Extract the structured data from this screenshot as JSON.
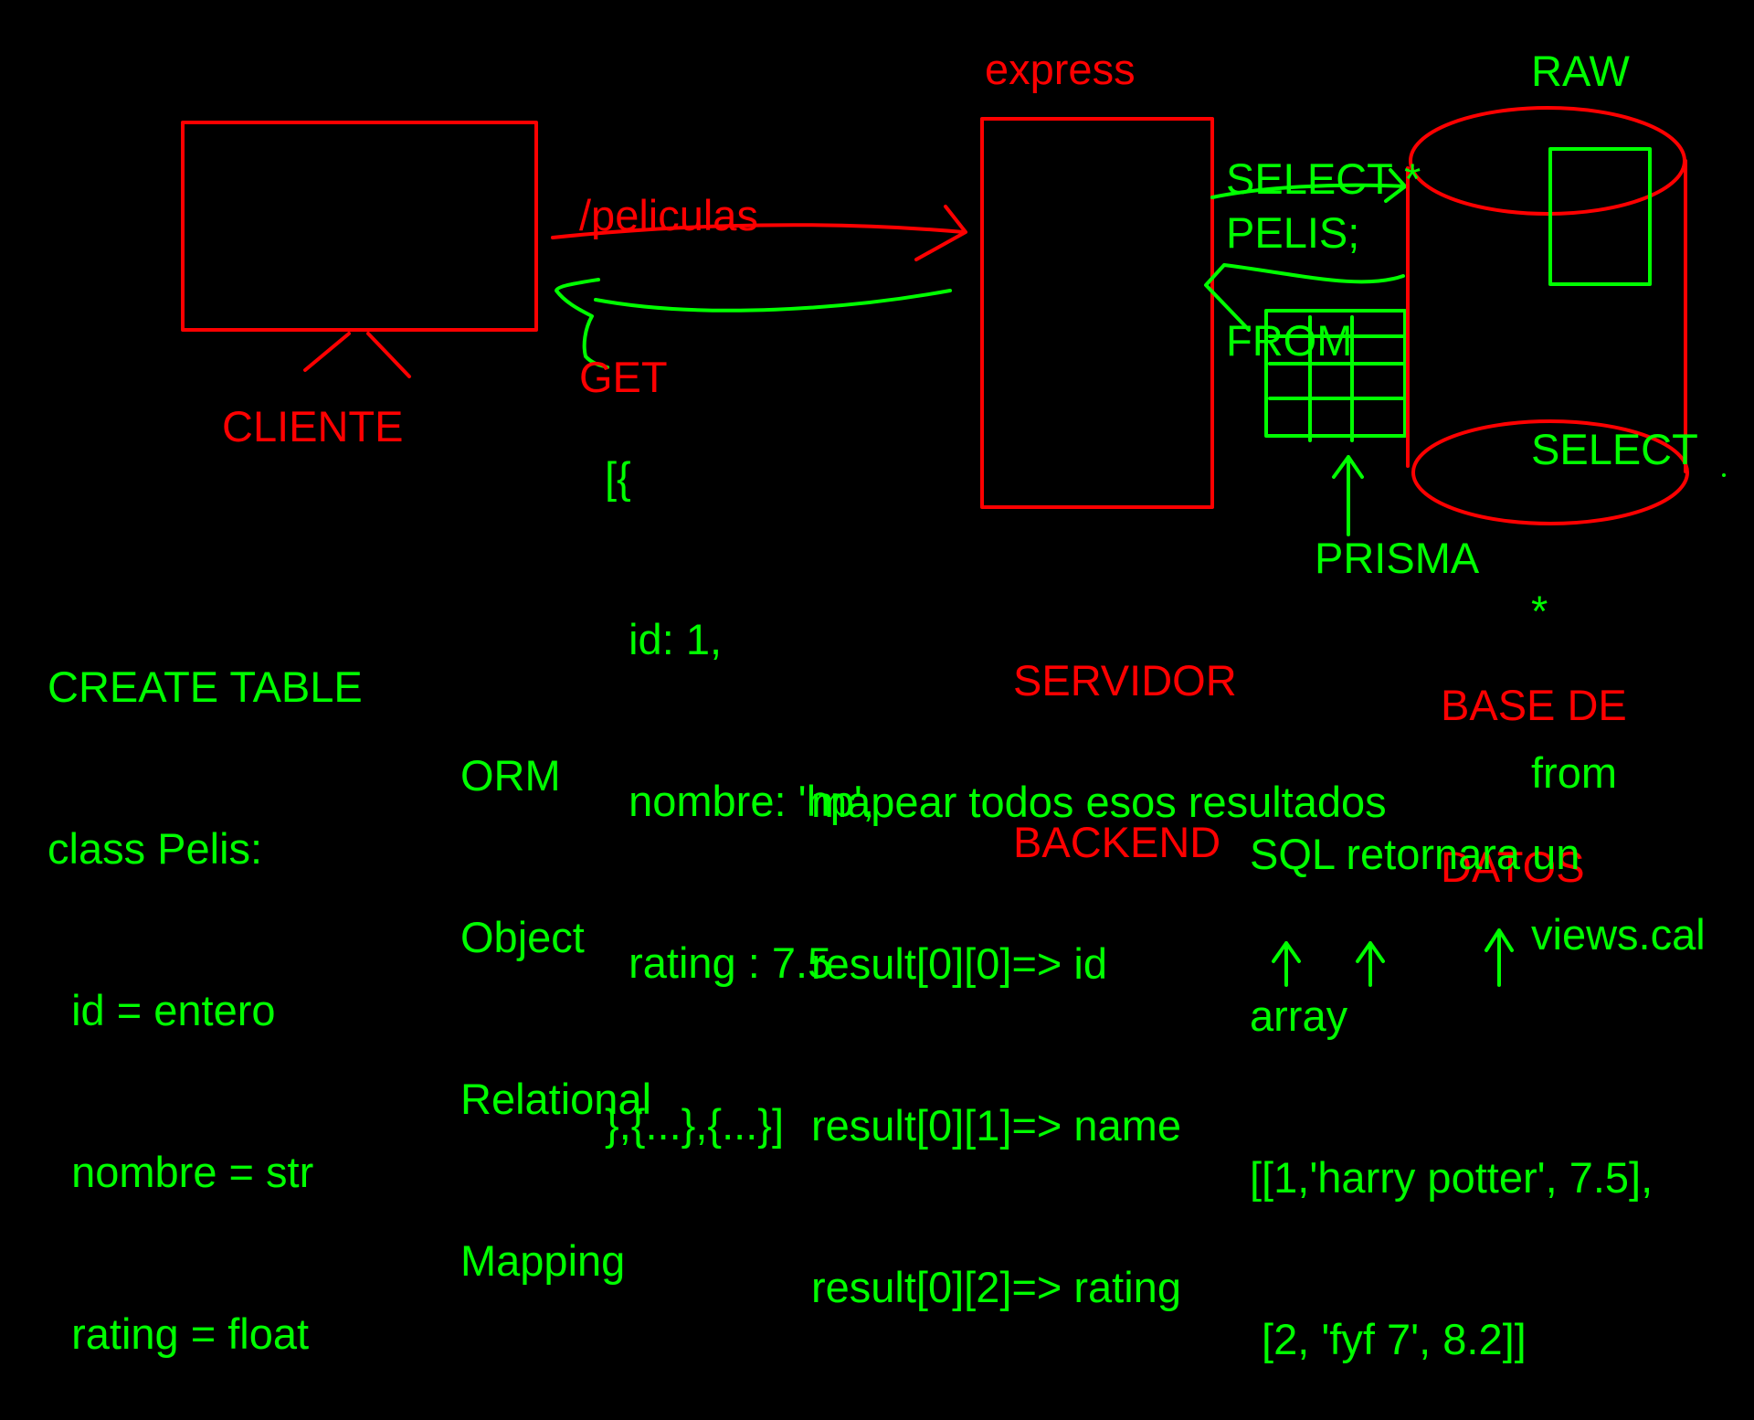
{
  "colors": {
    "background": "#000000",
    "red": "#ff0000",
    "green": "#00ff00"
  },
  "cliente": {
    "label": "CLIENTE"
  },
  "request": {
    "path": "/peliculas",
    "method": "GET"
  },
  "response_json": [
    "[{",
    "  id: 1,",
    "  nombre: 'hp',",
    "  rating : 7.5",
    "},{...},{...}]"
  ],
  "express": {
    "label": "express"
  },
  "servidor": {
    "lines": [
      "SERVIDOR",
      "BACKEND"
    ]
  },
  "sql_query": {
    "lines": [
      "SELECT *",
      "FROM"
    ],
    "table": "PELIS;"
  },
  "raw": {
    "label": "RAW",
    "lines": [
      "SELECT",
      "*",
      "from",
      "views.cal"
    ]
  },
  "prisma": {
    "label": "PRISMA"
  },
  "base_datos": {
    "lines": [
      "BASE DE",
      "DATOS"
    ]
  },
  "create_table": {
    "lines": [
      "CREATE TABLE",
      "class Pelis:",
      "  id = entero",
      "  nombre = str",
      "  rating = float"
    ]
  },
  "orm": {
    "lines": [
      "ORM",
      "Object",
      "Relational",
      "Mapping"
    ]
  },
  "mapping": {
    "lines": [
      "mapear todos esos resultados",
      "result[0][0]=> id",
      "result[0][1]=> name",
      "result[0][2]=> rating"
    ]
  },
  "sql_result": {
    "lines": [
      "SQL retornara un",
      "array",
      "[[1,'harry potter', 7.5],",
      " [2, 'fyf 7', 8.2]]"
    ]
  }
}
